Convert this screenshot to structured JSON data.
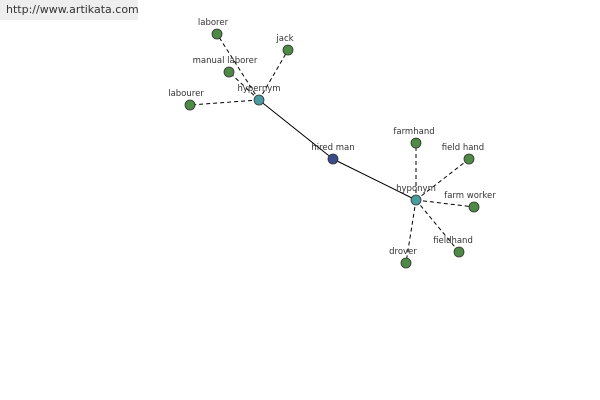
{
  "banner": {
    "url": "http://www.artikata.com"
  },
  "colors": {
    "center": "#3a4a8a",
    "category": "#4a9aa0",
    "leaf": "#4e8a45",
    "edge": "#000000",
    "banner_bg": "#eeeeee"
  },
  "graph": {
    "nodes": [
      {
        "id": "hired-man",
        "label": "hired man",
        "kind": "center"
      },
      {
        "id": "hypernym",
        "label": "hypernym",
        "kind": "category"
      },
      {
        "id": "hyponym",
        "label": "hyponym",
        "kind": "category"
      },
      {
        "id": "laborer",
        "label": "laborer",
        "kind": "leaf"
      },
      {
        "id": "jack",
        "label": "jack",
        "kind": "leaf"
      },
      {
        "id": "manual-laborer",
        "label": "manual laborer",
        "kind": "leaf"
      },
      {
        "id": "labourer",
        "label": "labourer",
        "kind": "leaf"
      },
      {
        "id": "farmhand",
        "label": "farmhand",
        "kind": "leaf"
      },
      {
        "id": "field-hand",
        "label": "field hand",
        "kind": "leaf"
      },
      {
        "id": "farm-worker",
        "label": "farm worker",
        "kind": "leaf"
      },
      {
        "id": "fieldhand",
        "label": "fieldhand",
        "kind": "leaf"
      },
      {
        "id": "drover",
        "label": "drover",
        "kind": "leaf"
      }
    ],
    "edges": [
      {
        "from": "hired-man",
        "to": "hypernym",
        "style": "solid"
      },
      {
        "from": "hired-man",
        "to": "hyponym",
        "style": "solid"
      },
      {
        "from": "hypernym",
        "to": "laborer",
        "style": "dashed"
      },
      {
        "from": "hypernym",
        "to": "jack",
        "style": "dashed"
      },
      {
        "from": "hypernym",
        "to": "manual-laborer",
        "style": "dashed"
      },
      {
        "from": "hypernym",
        "to": "labourer",
        "style": "dashed"
      },
      {
        "from": "hyponym",
        "to": "farmhand",
        "style": "dashed"
      },
      {
        "from": "hyponym",
        "to": "field-hand",
        "style": "dashed"
      },
      {
        "from": "hyponym",
        "to": "farm-worker",
        "style": "dashed"
      },
      {
        "from": "hyponym",
        "to": "fieldhand",
        "style": "dashed"
      },
      {
        "from": "hyponym",
        "to": "drover",
        "style": "dashed"
      }
    ]
  }
}
